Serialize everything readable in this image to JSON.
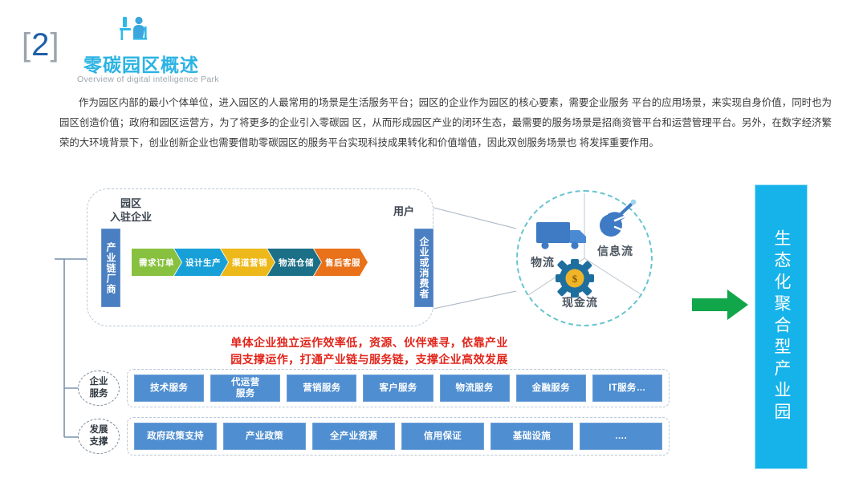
{
  "header": {
    "number": "2",
    "bracket_open": "[",
    "bracket_close": "]",
    "title": "零碳园区概述",
    "subtitle": "Overview of digital intelligence Park",
    "icon": "person-at-desk-icon",
    "title_color": "#2bb3e3",
    "number_color": "#1f5fa9"
  },
  "paragraph": {
    "text": "作为园区内部的最小个体单位，进入园区的人最常用的场景是生活服务平台；园区的企业作为园区的核心要素，需要企业服务 平台的应用场景，来实现自身价值，同时也为园区创造价值；政府和园区运营方，为了将更多的企业引入零碳园 区，从而形成园区产业的闭环生态，最需要的服务场景是招商资管平台和运营管理平台。另外，在数字经济繁荣的大环境背景下，创业创新企业也需要借助零碳园区的服务平台实现科技成果转化和价值增值，因此双创服务场景也 将发挥重要作用。"
  },
  "diagram": {
    "main_box": {
      "left_label": "园区\n入驻企业",
      "left_label_line1": "园区",
      "left_label_line2": "入驻企业",
      "right_label": "用户",
      "left_vertical_box": "产业链厂商",
      "right_vertical_box": "企业或消费者",
      "flow_arrow": "horizontal-arrow-icon"
    },
    "chevrons": [
      {
        "label": "需求订单",
        "color": "#87c13f"
      },
      {
        "label": "设计生产",
        "color": "#17a0d8"
      },
      {
        "label": "渠道营销",
        "color": "#edb819"
      },
      {
        "label": "物流仓储",
        "color": "#1b6f86"
      },
      {
        "label": "售后客服",
        "color": "#e8711a"
      }
    ],
    "circle": {
      "segments": [
        {
          "label": "物流",
          "icon": "truck-icon"
        },
        {
          "label": "信息流",
          "icon": "satellite-icon"
        },
        {
          "label": "现金流",
          "icon": "gear-dollar-icon"
        }
      ],
      "border_color": "#67c4cf"
    },
    "red_caption": {
      "line1": "单体企业独立运作效率低，资源、伙伴难寻，依靠产业",
      "line2": "园支撑运作，打通产业链与服务链，支撑企业高效发展",
      "color": "#e1251b"
    },
    "rows": [
      {
        "node_line1": "企业",
        "node_line2": "服务",
        "items": [
          "技术服务",
          "代运营\n服务",
          "营销服务",
          "客户服务",
          "物流服务",
          "金融服务",
          "IT服务…"
        ]
      },
      {
        "node_line1": "发展",
        "node_line2": "支撑",
        "items": [
          "政府政策支持",
          "产业政策",
          "全产业资源",
          "信用保证",
          "基础设施",
          "…."
        ]
      }
    ],
    "green_arrow": {
      "icon": "right-arrow-icon",
      "color": "#12a64a"
    },
    "banner": {
      "text": "生态化聚合型产业园",
      "color": "#16b3ea"
    }
  }
}
